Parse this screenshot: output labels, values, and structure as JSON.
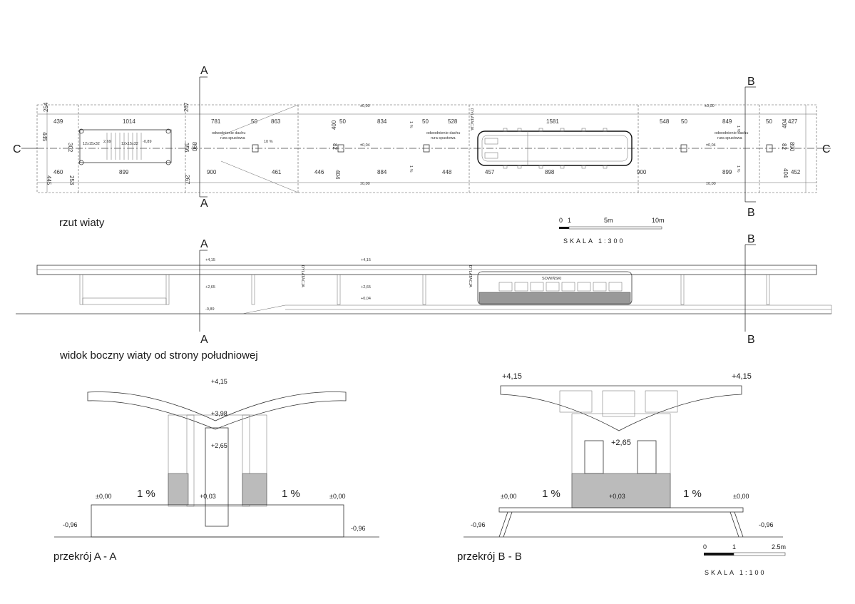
{
  "captions": {
    "plan": "rzut wiaty",
    "side_view": "widok boczny wiaty od strony południowej",
    "section_aa": "przekrój A - A",
    "section_bb": "przekrój B - B"
  },
  "section_marks": {
    "a": "A",
    "b": "B",
    "c": "C"
  },
  "plan": {
    "dims_top": [
      "254",
      "439",
      "1014",
      "267",
      "781",
      "50",
      "863",
      "400",
      "50",
      "834",
      "50",
      "528",
      "1581",
      "548",
      "50",
      "849",
      "50",
      "427",
      "404"
    ],
    "dims_bottom": [
      "445",
      "460",
      "253",
      "899",
      "267",
      "900",
      "461",
      "446",
      "404",
      "884",
      "448",
      "457",
      "898",
      "900",
      "899",
      "404",
      "452"
    ],
    "dims_mid": [
      "445",
      "302",
      "356",
      "890",
      "82",
      "82",
      "890"
    ],
    "levels": [
      "±0,00",
      "±0,00",
      "±0,04",
      "±0,04",
      "±0,00",
      "±0,00",
      "-0,89",
      "2,69"
    ],
    "slopes": [
      "10 %",
      "1 %",
      "1 %",
      "1 %",
      "1 %"
    ],
    "stair_labels": [
      "12x15x32",
      "12x15x32"
    ],
    "drain_label_1": "odwodnienie dachu",
    "drain_label_2": "rura spustowa",
    "dilatation": "DYLATACJA"
  },
  "scale_plan": {
    "ticks": [
      "0",
      "1",
      "5m",
      "10m"
    ],
    "label": "SKALA 1:300"
  },
  "side_view": {
    "levels": [
      "+4,15",
      "+2,65",
      "-0,89",
      "+4,15",
      "+2,65",
      "+0,04"
    ],
    "dilatation": "DYLATACJA",
    "sign": "SOWIŃSKI"
  },
  "section_aa": {
    "levels": [
      "+4,15",
      "+3,98",
      "+2,65",
      "±0,00",
      "+0,03",
      "±0,00",
      "-0,96",
      "-0,96"
    ],
    "slopes": [
      "1 %",
      "1 %"
    ]
  },
  "section_bb": {
    "levels": [
      "+4,15",
      "+4,15",
      "+2,65",
      "±0,00",
      "+0,03",
      "±0,00",
      "-0,96",
      "-0,96"
    ],
    "slopes": [
      "1 %",
      "1 %"
    ]
  },
  "scale_section": {
    "ticks": [
      "0",
      "1",
      "2.5m"
    ],
    "label": "SKALA 1:100"
  }
}
